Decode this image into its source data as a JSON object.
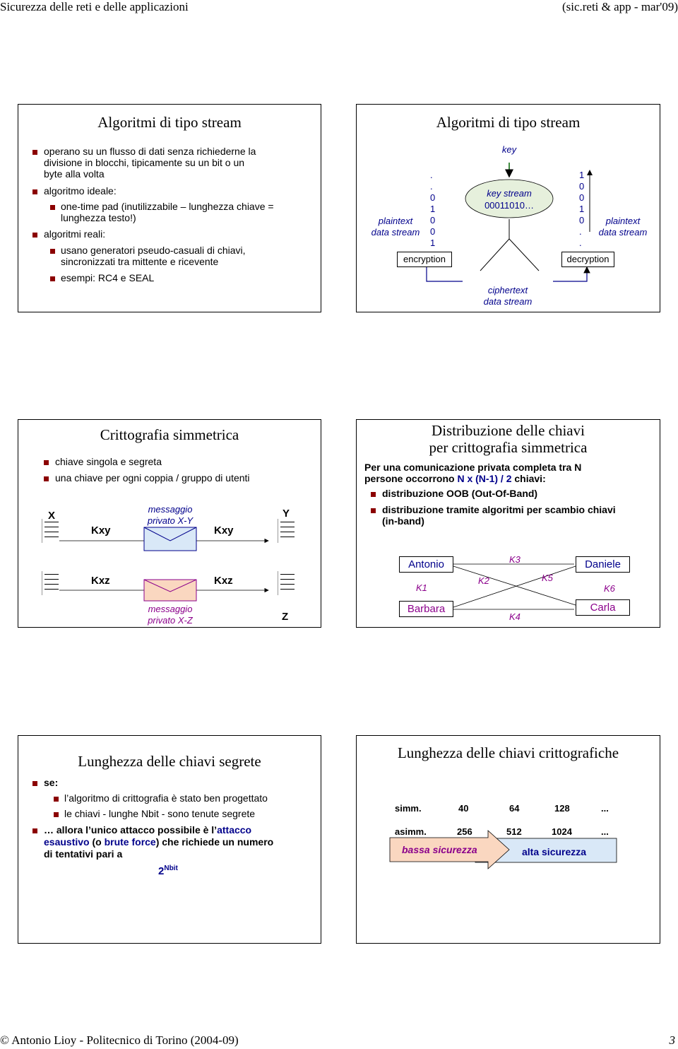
{
  "header": {
    "left": "Sicurezza delle reti e delle applicazioni",
    "right": "(sic.reti & app - mar'09)"
  },
  "footer": {
    "left": "© Antonio Lioy - Politecnico di Torino (2004-09)",
    "page": "3"
  },
  "slide1": {
    "title": "Algoritmi di tipo stream",
    "b1": [
      "operano su un flusso di dati senza richiederne la",
      "divisione in blocchi, tipicamente su un bit o un",
      "byte alla volta"
    ],
    "b2": "algoritmo ideale:",
    "b2a": [
      "one-time pad (inutilizzabile – lunghezza chiave =",
      "lunghezza testo!)"
    ],
    "b3": "algoritmi reali:",
    "b3a": [
      "usano generatori pseudo-casuali di chiavi,",
      "sincronizzati tra mittente e ricevente"
    ],
    "b3b": "esempi: RC4 e SEAL"
  },
  "slide2": {
    "title": "Algoritmi di tipo stream",
    "key": "key",
    "keystream": "key stream",
    "keybits": "00011010…",
    "plain_left": [
      "plaintext",
      "data stream"
    ],
    "bits_left": [
      ".",
      ".",
      "0",
      "1",
      "0",
      "0",
      "1"
    ],
    "bits_right": [
      "1",
      "0",
      "0",
      "1",
      "0",
      ".",
      "."
    ],
    "plain_right": [
      "plaintext",
      "data stream"
    ],
    "encryption": "encryption",
    "decryption": "decryption",
    "cipher": [
      "ciphertext",
      "data stream"
    ]
  },
  "slide3": {
    "title": "Crittografia simmetrica",
    "b1": "chiave singola e segreta",
    "b2": "una chiave per ogni coppia / gruppo di utenti",
    "X": "X",
    "Y": "Y",
    "Z": "Z",
    "kxy1": "Kxy",
    "kxy2": "Kxy",
    "kxz1": "Kxz",
    "kxz2": "Kxz",
    "msg_xy": [
      "messaggio",
      "privato X-Y"
    ],
    "msg_xz": [
      "messaggio",
      "privato X-Z"
    ]
  },
  "slide4": {
    "title": [
      "Distribuzione delle chiavi",
      "per crittografia simmetrica"
    ],
    "intro1": "Per una comunicazione privata completa tra N",
    "intro2a": "persone occorrono ",
    "intro2b": "N x (N-1) / 2",
    "intro2c": " chiavi:",
    "b1": "distribuzione OOB (Out-Of-Band)",
    "b2": [
      "distribuzione tramite algoritmi per scambio chiavi",
      "(in-band)"
    ],
    "nodes": {
      "antonio": "Antonio",
      "daniele": "Daniele",
      "barbara": "Barbara",
      "carla": "Carla"
    },
    "keys": {
      "k1": "K1",
      "k2": "K2",
      "k3": "K3",
      "k4": "K4",
      "k5": "K5",
      "k6": "K6"
    }
  },
  "slide5": {
    "title": "Lunghezza delle chiavi segrete",
    "se": "se:",
    "s1": "l’algoritmo di crittografia è stato ben progettato",
    "s2": "le chiavi - lunghe Nbit - sono tenute segrete",
    "c1": "… allora l’unico attacco possibile è l’",
    "c1b": "attacco",
    "c2a": "esaustivo",
    "c2b": " (o ",
    "c2c": "brute force",
    "c2d": ") che richiede un numero",
    "c3": "di tentativi pari a",
    "pow_base": "2",
    "pow_exp": "Nbit"
  },
  "slide6": {
    "title": "Lunghezza delle chiavi crittografiche",
    "simm": [
      "simm.",
      "40",
      "64",
      "128",
      "..."
    ],
    "asimm": [
      "asimm.",
      "256",
      "512",
      "1024",
      "..."
    ],
    "low": "bassa sicurezza",
    "high": "alta sicurezza",
    "colors": {
      "low_fill": "#fad7c0",
      "high_fill": "#d9e8f7",
      "low_text": "#8b008b",
      "high_text": "#00008b"
    }
  }
}
